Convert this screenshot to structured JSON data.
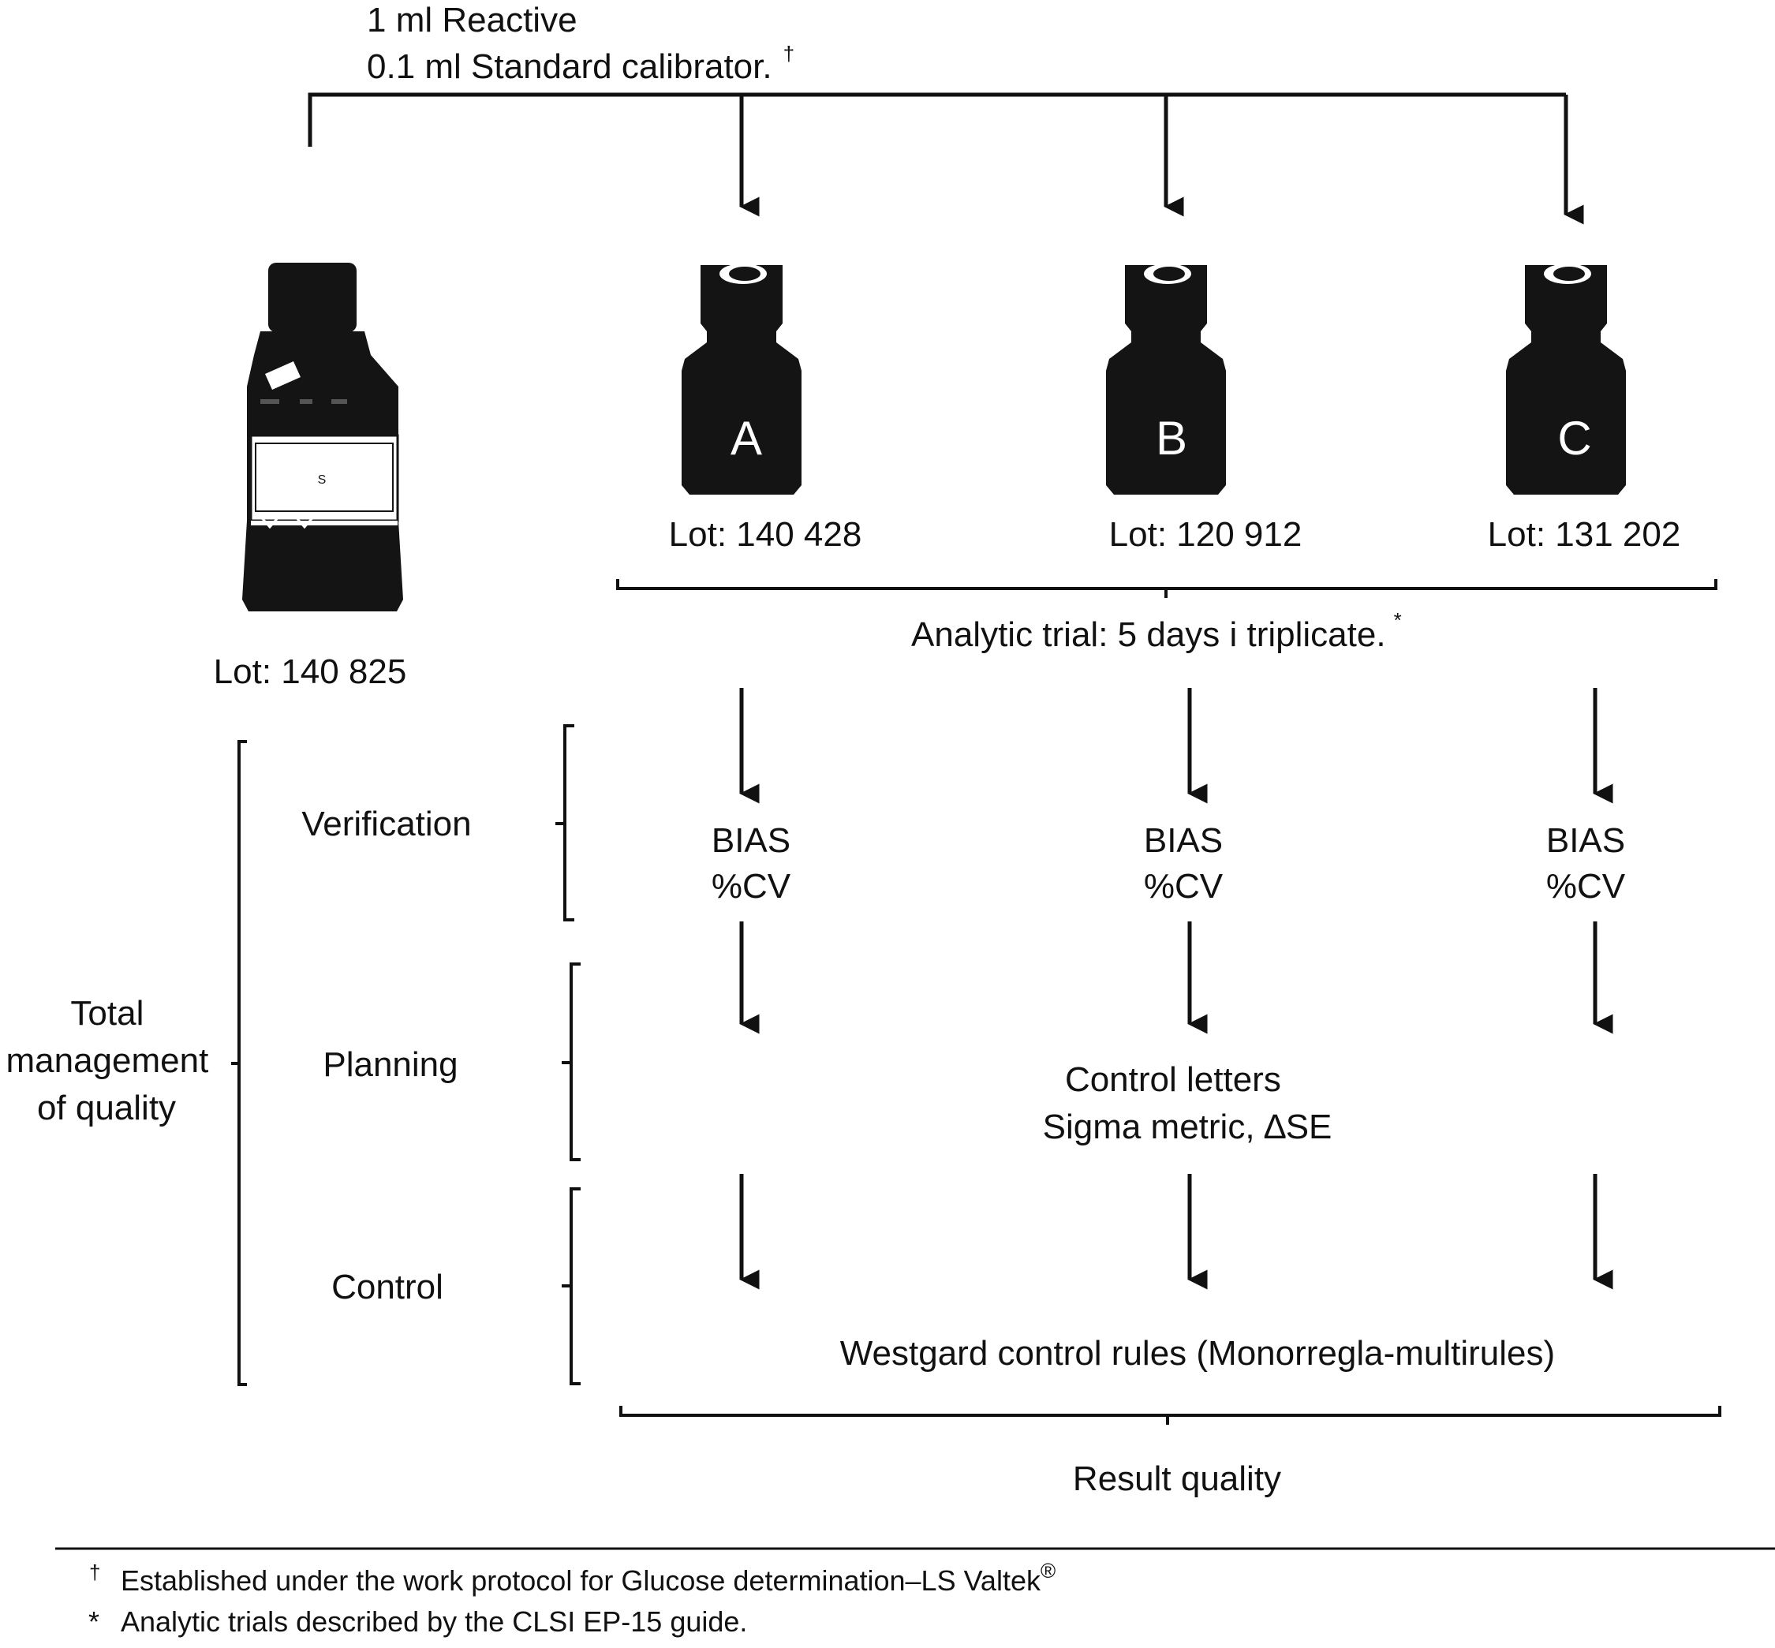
{
  "header": {
    "line1": "1 ml Reactive",
    "line2": "0.1 ml Standard calibrator.",
    "line2_mark": "†"
  },
  "reference_bottle": {
    "lot": "Lot: 140 825",
    "label_mark": "S"
  },
  "vials": [
    {
      "letter": "A",
      "lot": "Lot: 140 428"
    },
    {
      "letter": "B",
      "lot": "Lot: 120 912"
    },
    {
      "letter": "C",
      "lot": "Lot: 131 202"
    }
  ],
  "trial": {
    "text": "Analytic trial: 5 days i triplicate.",
    "mark": "*"
  },
  "stages": {
    "verification": "Verification",
    "planning": "Planning",
    "control": "Control"
  },
  "total": {
    "line1": "Total",
    "line2": "management",
    "line3": "of quality"
  },
  "metrics": {
    "bias": "BIAS",
    "cv": "%CV"
  },
  "planning_result": {
    "line1": "Control letters",
    "line2": "Sigma metric, ∆SE"
  },
  "control_result": "Westgard control rules (Monorregla-multirules)",
  "result_quality": "Result quality",
  "footnotes": [
    {
      "mark": "†",
      "text": "Established under the work protocol for Glucose determination–LS Valtek",
      "suffix": "®"
    },
    {
      "mark": "*",
      "text": "Analytic trials described by the CLSI EP-15 guide.",
      "suffix": ""
    }
  ],
  "colors": {
    "ink": "#111111",
    "bottle": "#141414",
    "background": "#ffffff"
  }
}
